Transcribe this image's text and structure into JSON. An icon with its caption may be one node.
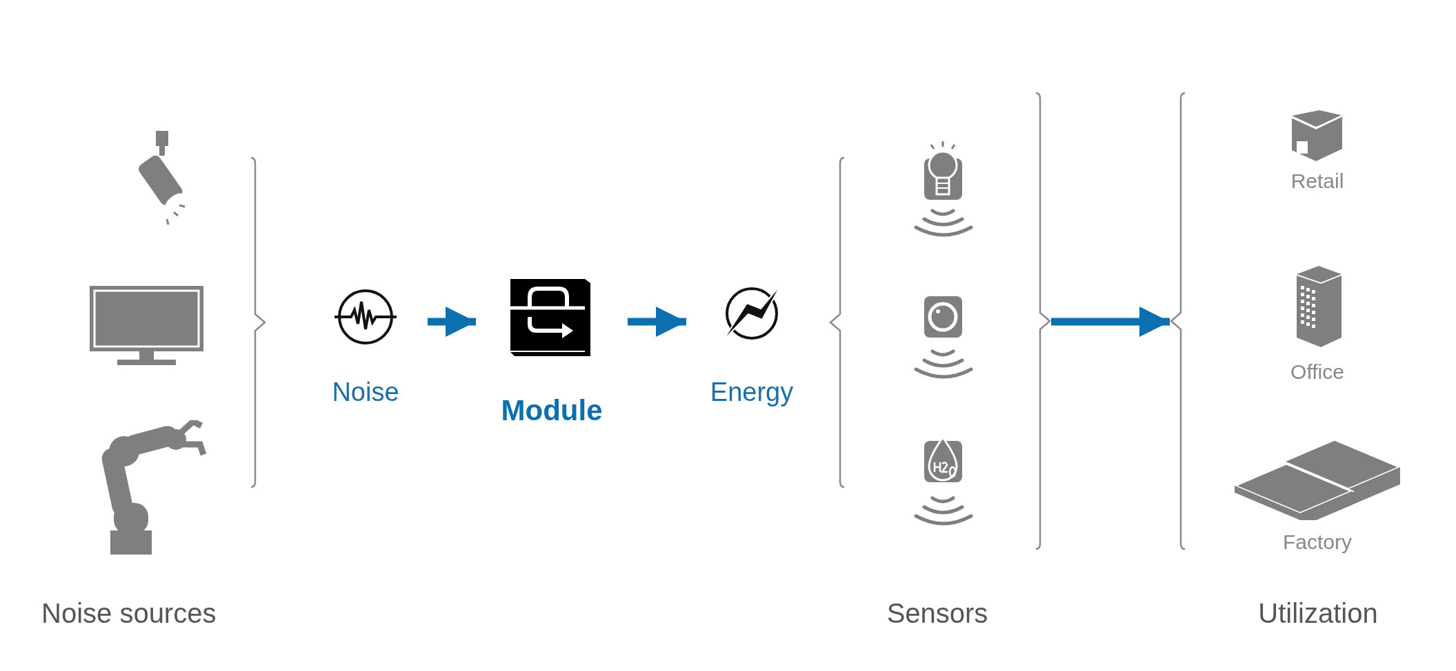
{
  "diagram": {
    "nodes": [
      {
        "text": [
          "Noise sources"
        ]
      },
      {
        "text": [],
        "shape": "picture",
        "in": 0
      },
      {
        "text": [],
        "shape": "picture",
        "in": 0
      },
      {
        "text": [],
        "shape": "picture",
        "in": 0
      },
      {
        "text": [
          "Noise"
        ]
      },
      {
        "text": [
          "Module"
        ]
      },
      {
        "text": [
          "Energy"
        ]
      },
      {
        "text": [
          "Sensors"
        ]
      },
      {
        "text": [],
        "shape": "picture",
        "in": 7
      },
      {
        "text": [],
        "shape": "picture",
        "in": 7
      },
      {
        "text": [],
        "shape": "picture",
        "in": 7
      },
      {
        "text": [
          "Utilization"
        ]
      },
      {
        "text": [
          "Retail"
        ],
        "in": 11
      },
      {
        "text": [
          "Office"
        ],
        "in": 11
      },
      {
        "text": [
          "Factory"
        ],
        "in": 11
      }
    ],
    "edges": [
      {
        "from": 4,
        "to": 5,
        "arrow": "to"
      },
      {
        "from": 5,
        "to": 6,
        "arrow": "to"
      },
      {
        "from": 7,
        "to": 11,
        "arrow": "to"
      }
    ]
  }
}
